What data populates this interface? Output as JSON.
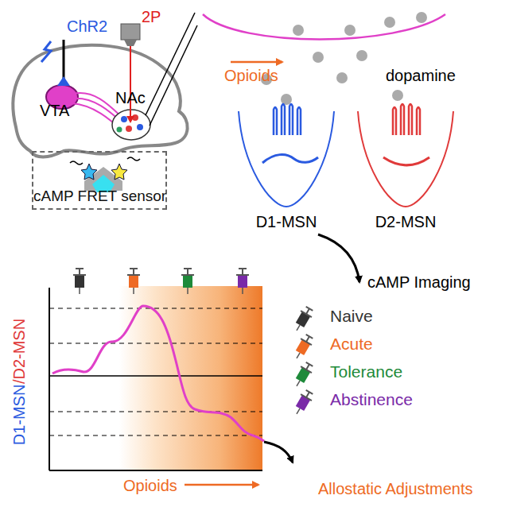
{
  "diagram": {
    "nodes": [
      {
        "text": [
          "cAMP FRET sensor"
        ]
      }
    ],
    "labels": [
      "ChR2",
      "2P",
      "NAc",
      "VTA",
      "Opioids",
      "dopamine",
      "D1-MSN",
      "D2-MSN",
      "cAMP Imaging",
      "D1-MSN",
      "/D2-MSN",
      "Opioids",
      "Allostatic Adjustments"
    ],
    "legend": [
      {
        "text": "Naive"
      },
      {
        "text": "Acute"
      },
      {
        "text": "Tolerance"
      },
      {
        "text": "Abstinence"
      }
    ]
  }
}
